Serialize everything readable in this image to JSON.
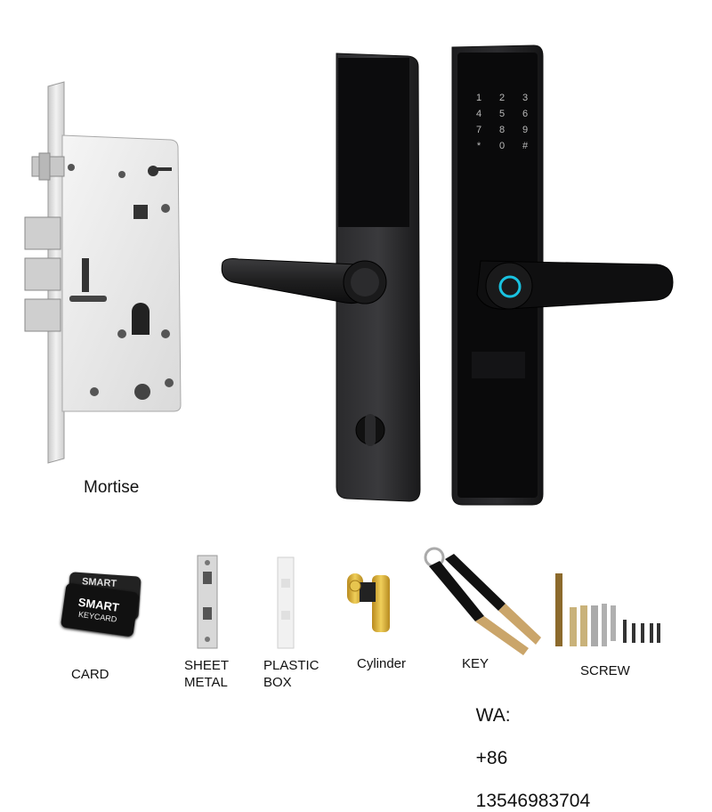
{
  "mortise": {
    "caption": "Mortise"
  },
  "keypad": {
    "keys": [
      "1",
      "2",
      "3",
      "4",
      "5",
      "6",
      "7",
      "8",
      "9",
      "*",
      "0",
      "#"
    ]
  },
  "accessories": [
    {
      "id": "card",
      "label_lines": [
        "CARD"
      ],
      "card_text": [
        "SMART",
        "SMART",
        "KEYCARD"
      ]
    },
    {
      "id": "sheet-metal",
      "label_lines": [
        "SHEET",
        "METAL"
      ]
    },
    {
      "id": "plastic-box",
      "label_lines": [
        "PLASTIC",
        "BOX"
      ]
    },
    {
      "id": "cylinder",
      "label_lines": [
        "Cylinder"
      ]
    },
    {
      "id": "key",
      "label_lines": [
        "KEY"
      ]
    },
    {
      "id": "screw",
      "label_lines": [
        "SCREW"
      ]
    }
  ],
  "contact": {
    "prefix": "WA:",
    "country_code": "+86",
    "number": "13546983704"
  },
  "colors": {
    "lock_body": "#1c1c1e",
    "fingerprint_ring": "#19c2e0",
    "mortise_steel": "#d9d9d9",
    "brass": "#d4a72c"
  }
}
